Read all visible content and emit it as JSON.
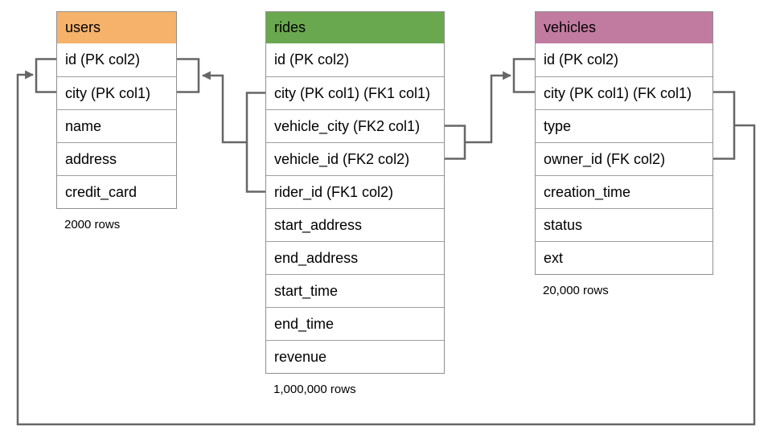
{
  "tables": {
    "users": {
      "title": "users",
      "header_color": "#F6B26B",
      "columns": [
        "id (PK col2)",
        "city (PK col1)",
        "name",
        "address",
        "credit_card"
      ],
      "row_count_label": "2000 rows"
    },
    "rides": {
      "title": "rides",
      "header_color": "#6AA84F",
      "columns": [
        "id (PK col2)",
        "city (PK col1) (FK1 col1)",
        "vehicle_city (FK2 col1)",
        "vehicle_id (FK2 col2)",
        "rider_id (FK1 col2)",
        "start_address",
        "end_address",
        "start_time",
        "end_time",
        "revenue"
      ],
      "row_count_label": "1,000,000 rows"
    },
    "vehicles": {
      "title": "vehicles",
      "header_color": "#C27BA0",
      "columns": [
        "id (PK col2)",
        "city (PK col1) (FK col1)",
        "type",
        "owner_id (FK col2)",
        "creation_time",
        "status",
        "ext"
      ],
      "row_count_label": "20,000 rows"
    }
  },
  "connectors": {
    "color": "#666666",
    "relationships": [
      {
        "name": "FK1",
        "from": "rides (city, rider_id)",
        "to": "users (id, city)"
      },
      {
        "name": "FK2",
        "from": "rides (vehicle_city, vehicle_id)",
        "to": "vehicles (id, city)"
      },
      {
        "name": "FK",
        "from": "vehicles (city, owner_id)",
        "to": "users (id, city)"
      }
    ]
  }
}
